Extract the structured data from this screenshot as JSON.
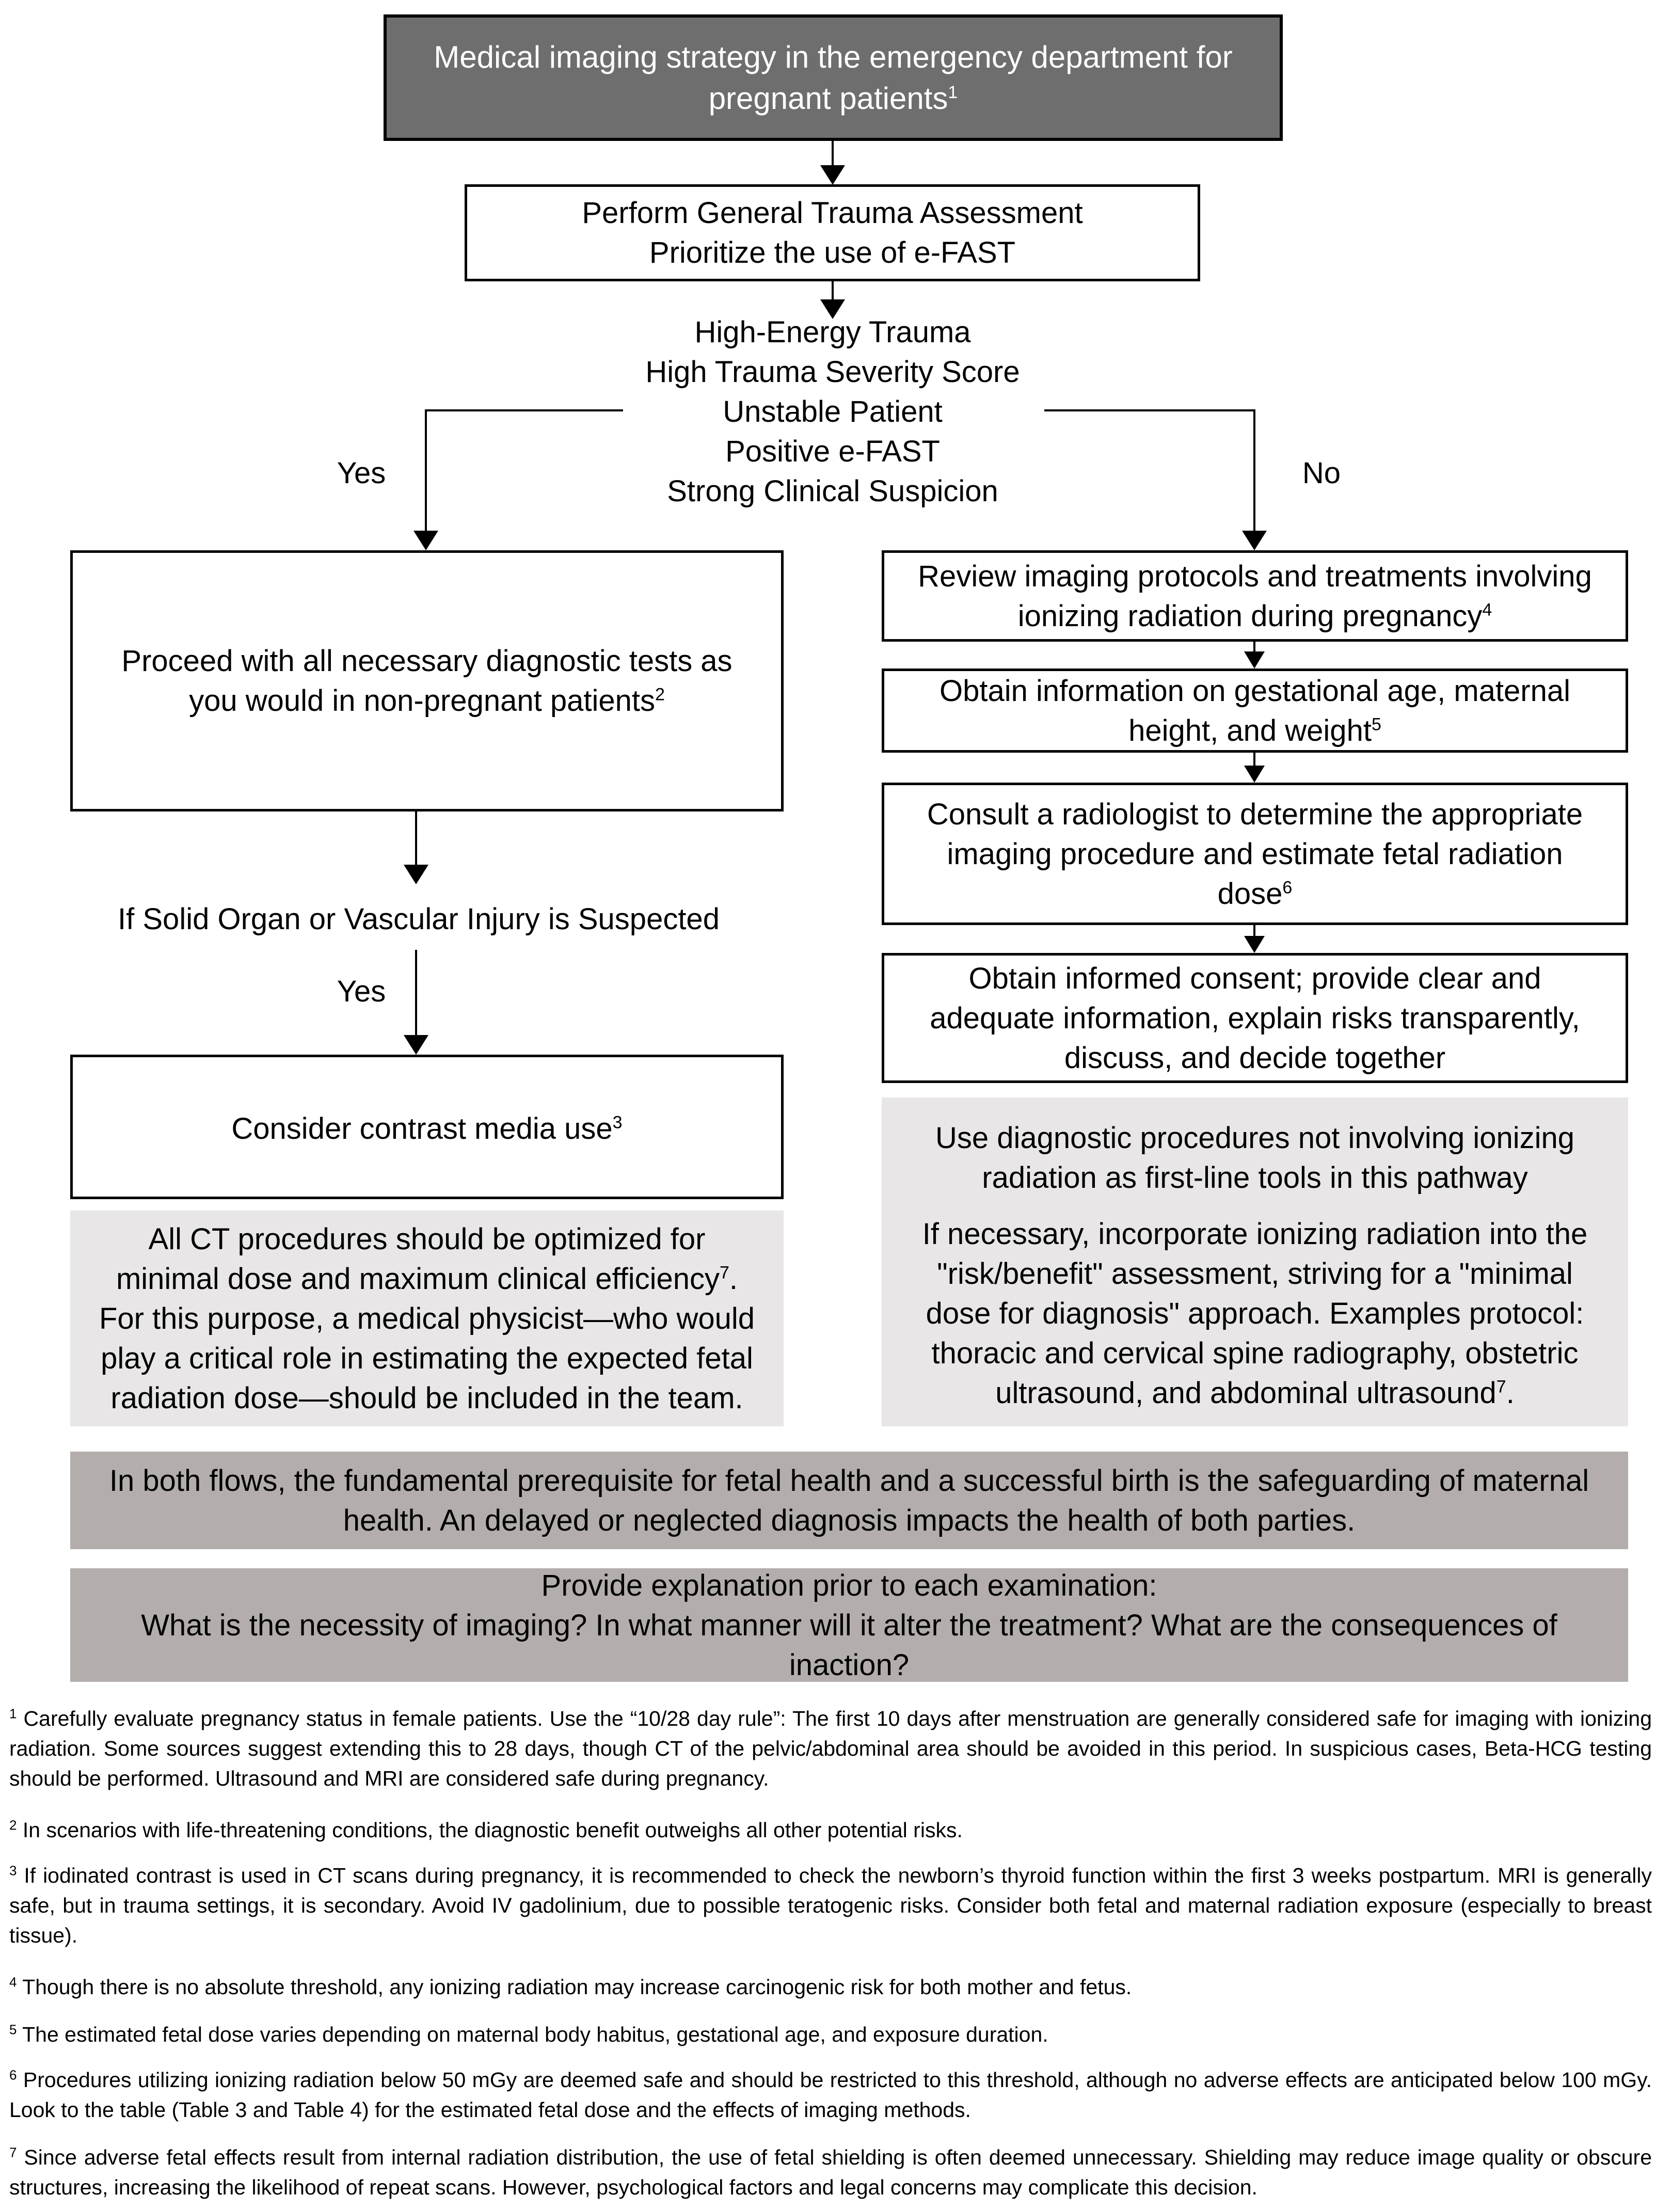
{
  "title": {
    "text": "Medical imaging strategy in the emergency department for pregnant patients",
    "ref": "1"
  },
  "assessment": {
    "line1": "Perform General Trauma Assessment",
    "line2": "Prioritize the use of e-FAST"
  },
  "criteria": [
    "High-Energy Trauma",
    "High Trauma Severity Score",
    "Unstable Patient",
    "Positive e-FAST",
    "Strong Clinical Suspicion"
  ],
  "branches": {
    "yes": "Yes",
    "no": "No"
  },
  "left": {
    "proceed": {
      "text": "Proceed with all necessary diagnostic tests as you would in non-pregnant patients",
      "ref": "2"
    },
    "condition": "If Solid Organ or Vascular Injury is Suspected",
    "yes": "Yes",
    "contrast": {
      "text": "Consider contrast media use",
      "ref": "3"
    },
    "ct_note": {
      "part1": "All CT procedures should be optimized for minimal dose and maximum clinical efficiency",
      "ref": "7",
      "part2": ". For this purpose, a medical physicist—who would play a critical role in estimating the expected fetal radiation dose—should be included in the team."
    }
  },
  "right": {
    "review": {
      "text": "Review imaging protocols and treatments involving ionizing radiation during pregnancy",
      "ref": "4"
    },
    "obtain": {
      "text": "Obtain information on gestational age, maternal height, and weight",
      "ref": "5"
    },
    "consult": {
      "text": "Consult a radiologist to determine the appropriate imaging procedure and estimate fetal radiation dose",
      "ref": "6"
    },
    "consent": "Obtain informed consent; provide clear and adequate information, explain risks transparently, discuss, and decide together",
    "note_p1": "Use diagnostic procedures not involving ionizing radiation as first-line tools in this pathway",
    "note_p2": {
      "text": "If necessary, incorporate ionizing radiation into the \"risk/benefit\" assessment, striving for a \"minimal dose for diagnosis\" approach. Examples protocol: thoracic and cervical spine radiography, obstetric ultrasound, and abdominal ultrasound",
      "ref": "7",
      "end": "."
    }
  },
  "maternal_box": "In both flows, the fundamental prerequisite for fetal health and a successful birth is the safeguarding of maternal health. An delayed or neglected diagnosis impacts the health of both parties.",
  "explanation_box": {
    "line1": "Provide explanation prior to each examination:",
    "line2": "What is the necessity of imaging? In what manner will it alter the treatment? What are the consequences of inaction?"
  },
  "footnotes": [
    {
      "num": "1",
      "text": " Carefully evaluate pregnancy status in female patients. Use the “10/28 day rule”: The first 10 days after menstruation are generally considered safe for imaging with ionizing radiation. Some sources suggest extending this to 28 days, though CT of the pelvic/abdominal area should be avoided in this period. In suspicious cases, Beta-HCG testing should be performed. Ultrasound and MRI are considered safe during pregnancy."
    },
    {
      "num": "2",
      "text": " In scenarios with life-threatening conditions, the diagnostic benefit outweighs all other potential risks."
    },
    {
      "num": "3",
      "text": " If iodinated contrast is used in CT scans during pregnancy, it is recommended to check the newborn’s thyroid function within the first 3 weeks postpartum. MRI is generally safe, but in trauma settings, it is secondary. Avoid IV gadolinium, due to possible teratogenic risks. Consider both fetal and maternal radiation exposure (especially to breast tissue)."
    },
    {
      "num": "4",
      "text": "  Though there is no absolute threshold, any ionizing radiation may increase carcinogenic risk for both mother and fetus."
    },
    {
      "num": "5",
      "text": " The estimated fetal dose varies depending on maternal body habitus, gestational age, and exposure duration."
    },
    {
      "num": "6",
      "text": " Procedures utilizing ionizing radiation below 50 mGy are deemed safe and should be restricted to this threshold, although no adverse effects are anticipated below 100 mGy. Look to the table (Table 3 and Table 4) for the estimated fetal dose and the effects of imaging methods."
    },
    {
      "num": "7",
      "text": " Since adverse fetal effects result from internal radiation distribution, the use of fetal shielding is often deemed unnecessary. Shielding may reduce image quality or obscure structures, increasing the likelihood of repeat scans. However, psychological factors and legal concerns may complicate this decision."
    }
  ]
}
